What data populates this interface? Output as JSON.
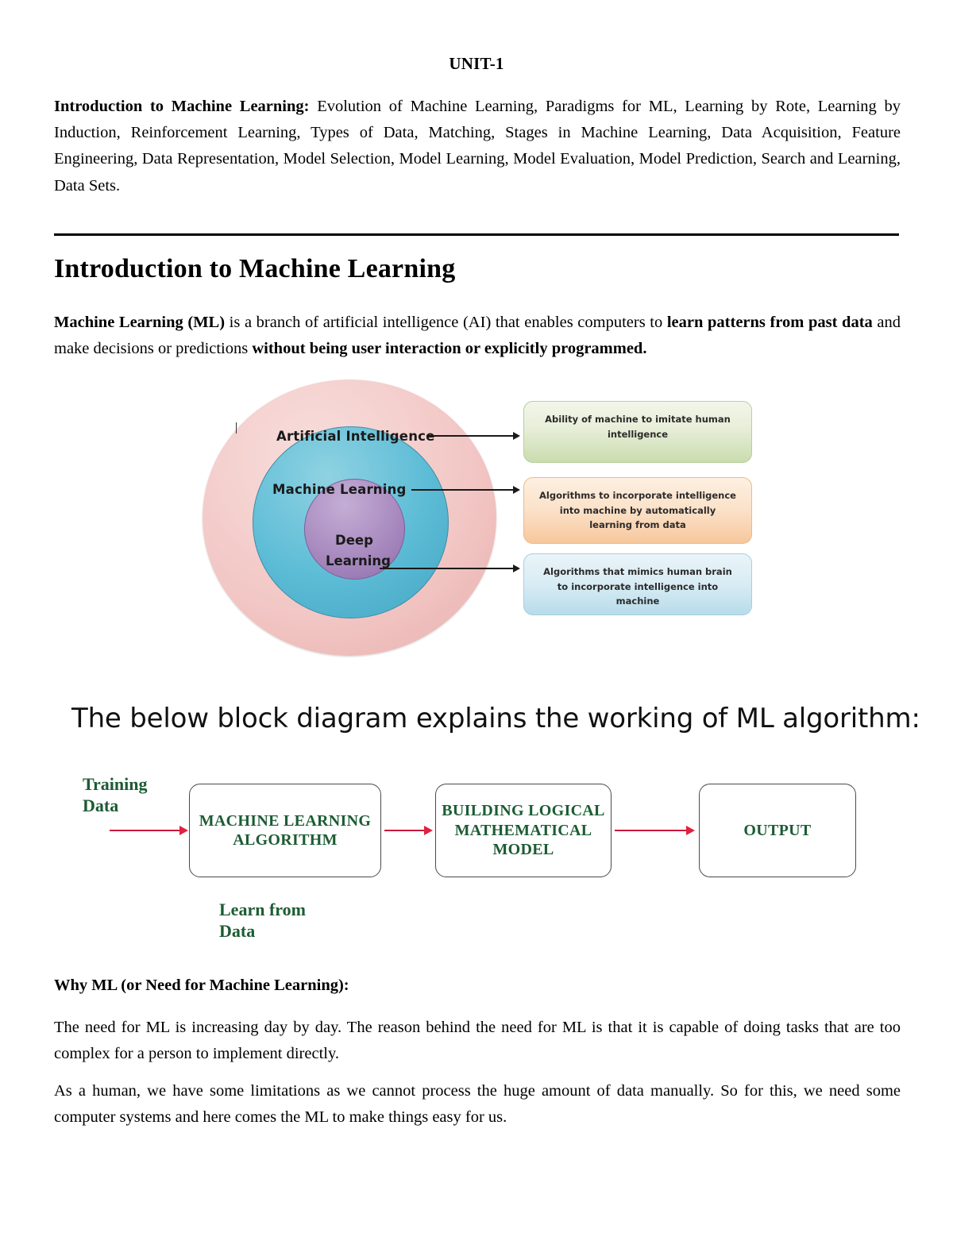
{
  "document": {
    "unit_title": "UNIT-1",
    "syllabus_heading": "Introduction to Machine Learning:",
    "syllabus_body": " Evolution of Machine Learning, Paradigms for ML, Learning by Rote, Learning by Induction, Reinforcement Learning, Types of Data, Matching, Stages in Machine Learning, Data Acquisition, Feature Engineering, Data Representation, Model Selection, Model Learning, Model Evaluation, Model Prediction, Search and Learning, Data Sets.",
    "main_heading": "Introduction to Machine Learning",
    "intro": {
      "b1": "Machine Learning (ML)",
      "t1": " is a branch of artificial intelligence (AI) that enables computers to ",
      "b2": "learn patterns from past data",
      "t2": " and make decisions or predictions ",
      "b3": "without being user interaction or explicitly programmed."
    },
    "why_ml_heading": "Why ML (or Need for Machine Learning):",
    "why_ml_para1": "The need for ML is increasing day by day. The reason behind the need for ML is that it is capable of doing tasks that are too complex for a person to implement directly.",
    "why_ml_para2": "As a human, we have some limitations as we cannot process the huge amount of data manually. So for this, we need some computer systems and here comes the ML to make things easy for us."
  },
  "venn_figure": {
    "outer_label": "Artificial Intelligence",
    "middle_label": "Machine Learning",
    "inner_label": "Deep\nLearning",
    "callouts": [
      {
        "id": "ai",
        "text": "Ability of machine to imitate human intelligence",
        "color": "#c9dcae"
      },
      {
        "id": "ml",
        "text": "Algorithms to incorporate intelligence into machine by automatically learning from data",
        "color": "#f7c79b"
      },
      {
        "id": "dl",
        "text": "Algorithms that mimics human brain to incorporate intelligence into machine",
        "color": "#b7dcea"
      }
    ],
    "colors": {
      "outer_circle": "#f2c7c5",
      "middle_circle": "#5cbcd6",
      "inner_circle": "#a98bc0"
    }
  },
  "block_diagram": {
    "heading": "The below block diagram explains the working of ML algorithm:",
    "input_label": "Training\nData",
    "under_label": "Learn from\nData",
    "boxes": [
      {
        "id": "ml-algorithm",
        "text": "MACHINE LEARNING\nALGORITHM"
      },
      {
        "id": "logical-model",
        "text": "BUILDING LOGICAL\nMATHEMATICAL\nMODEL"
      },
      {
        "id": "output",
        "text": "OUTPUT"
      }
    ],
    "colors": {
      "text": "#1c5c33",
      "arrow": "#c8193c",
      "box_border": "#4a4a4a"
    }
  }
}
